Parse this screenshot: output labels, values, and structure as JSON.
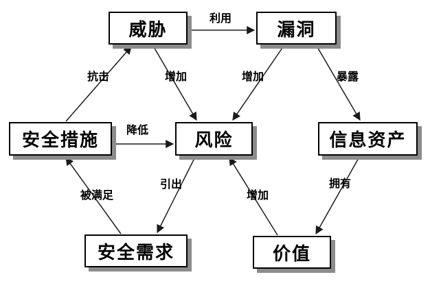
{
  "diagram": {
    "background_color": "#ffffff",
    "node_style": {
      "fill": "#ffffff",
      "border_color": "#000000",
      "shadow_color": "#8c8c8c",
      "text_color": "#000000"
    },
    "nodes": {
      "threat": {
        "label": "威胁"
      },
      "vulnerability": {
        "label": "漏洞"
      },
      "safeguards": {
        "label": "安全措施"
      },
      "risk": {
        "label": "风险"
      },
      "info_assets": {
        "label": "信息资产"
      },
      "security_requirements": {
        "label": "安全需求"
      },
      "value": {
        "label": "价值"
      }
    },
    "edges": {
      "exploit": {
        "from": "威胁",
        "to": "漏洞",
        "label": "利用"
      },
      "resist": {
        "from": "安全措施",
        "to": "威胁",
        "label": "抗击"
      },
      "threat_increase": {
        "from": "威胁",
        "to": "风险",
        "label": "增加"
      },
      "vuln_increase": {
        "from": "漏洞",
        "to": "风险",
        "label": "增加"
      },
      "expose": {
        "from": "漏洞",
        "to": "信息资产",
        "label": "暴露"
      },
      "reduce": {
        "from": "安全措施",
        "to": "风险",
        "label": "降低"
      },
      "lead_to": {
        "from": "风险",
        "to": "安全需求",
        "label": "引出"
      },
      "value_increase": {
        "from": "价值",
        "to": "风险",
        "label": "增加"
      },
      "own": {
        "from": "信息资产",
        "to": "价值",
        "label": "拥有"
      },
      "satisfied_by": {
        "from": "安全需求",
        "to": "安全措施",
        "label": "被满足"
      }
    }
  }
}
